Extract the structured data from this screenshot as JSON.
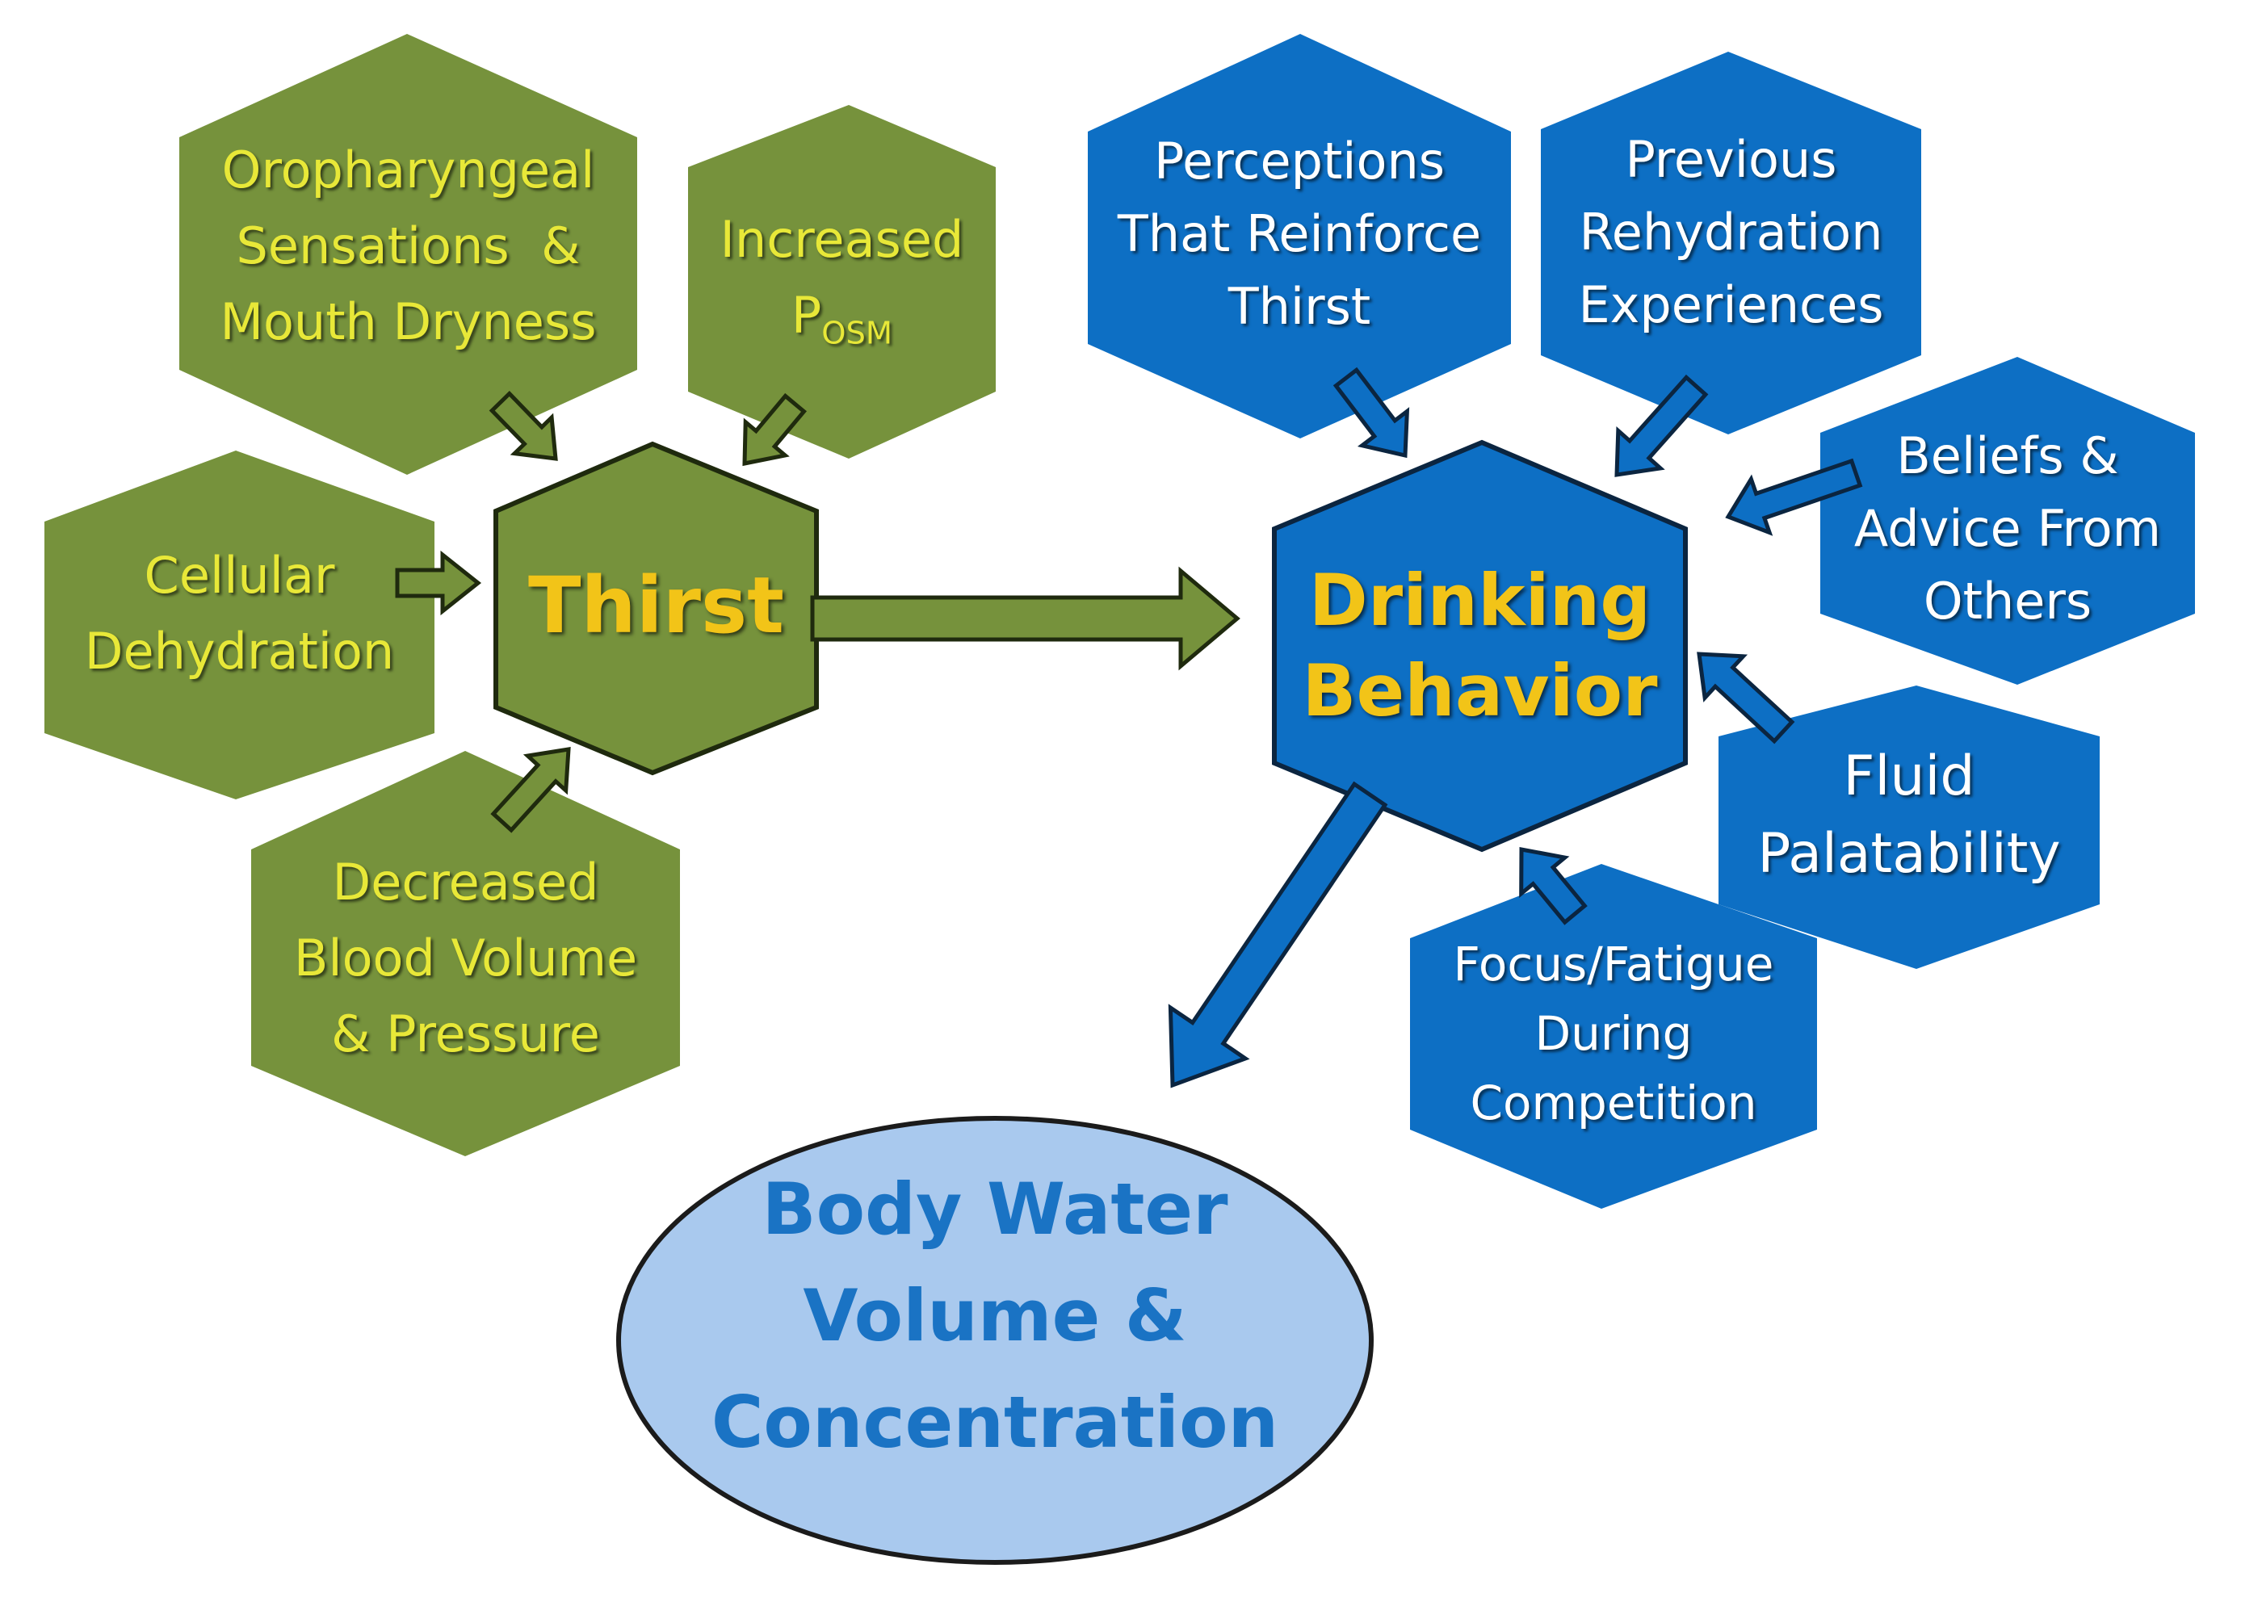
{
  "colors": {
    "green_fill": "#76923c",
    "green_outline": "#3b4a1c",
    "blue_fill": "#0d6fc4",
    "blue_outline": "#0a3f70",
    "label_green": "#e8e838",
    "label_gold": "#f2c418",
    "label_white": "#ffffff",
    "oval_fill": "#a9c9ee",
    "oval_text": "#1a73c4"
  },
  "thirst_factors": {
    "oropharyngeal": [
      "Oropharyngeal",
      "Sensations  &",
      "Mouth Dryness"
    ],
    "posm": {
      "line1": "Increased",
      "p": "P",
      "sub": "OSM"
    },
    "cellular": [
      "Cellular",
      "Dehydration"
    ],
    "blood": [
      "Decreased",
      "Blood Volume",
      "& Pressure"
    ]
  },
  "thirst": {
    "label": "Thirst"
  },
  "drinking": {
    "line1": "Drinking",
    "line2": "Behavior"
  },
  "behavior_factors": {
    "perceptions": [
      "Perceptions",
      "That Reinforce",
      "Thirst"
    ],
    "previous": [
      "Previous",
      "Rehydration",
      "Experiences"
    ],
    "beliefs": [
      "Beliefs &",
      "Advice From",
      "Others"
    ],
    "fluid": [
      "Fluid",
      "Palatability"
    ],
    "focus": [
      "Focus/Fatigue",
      "During",
      "Competition"
    ]
  },
  "outcome": {
    "lines": [
      "Body Water",
      "Volume &",
      "Concentration"
    ]
  }
}
